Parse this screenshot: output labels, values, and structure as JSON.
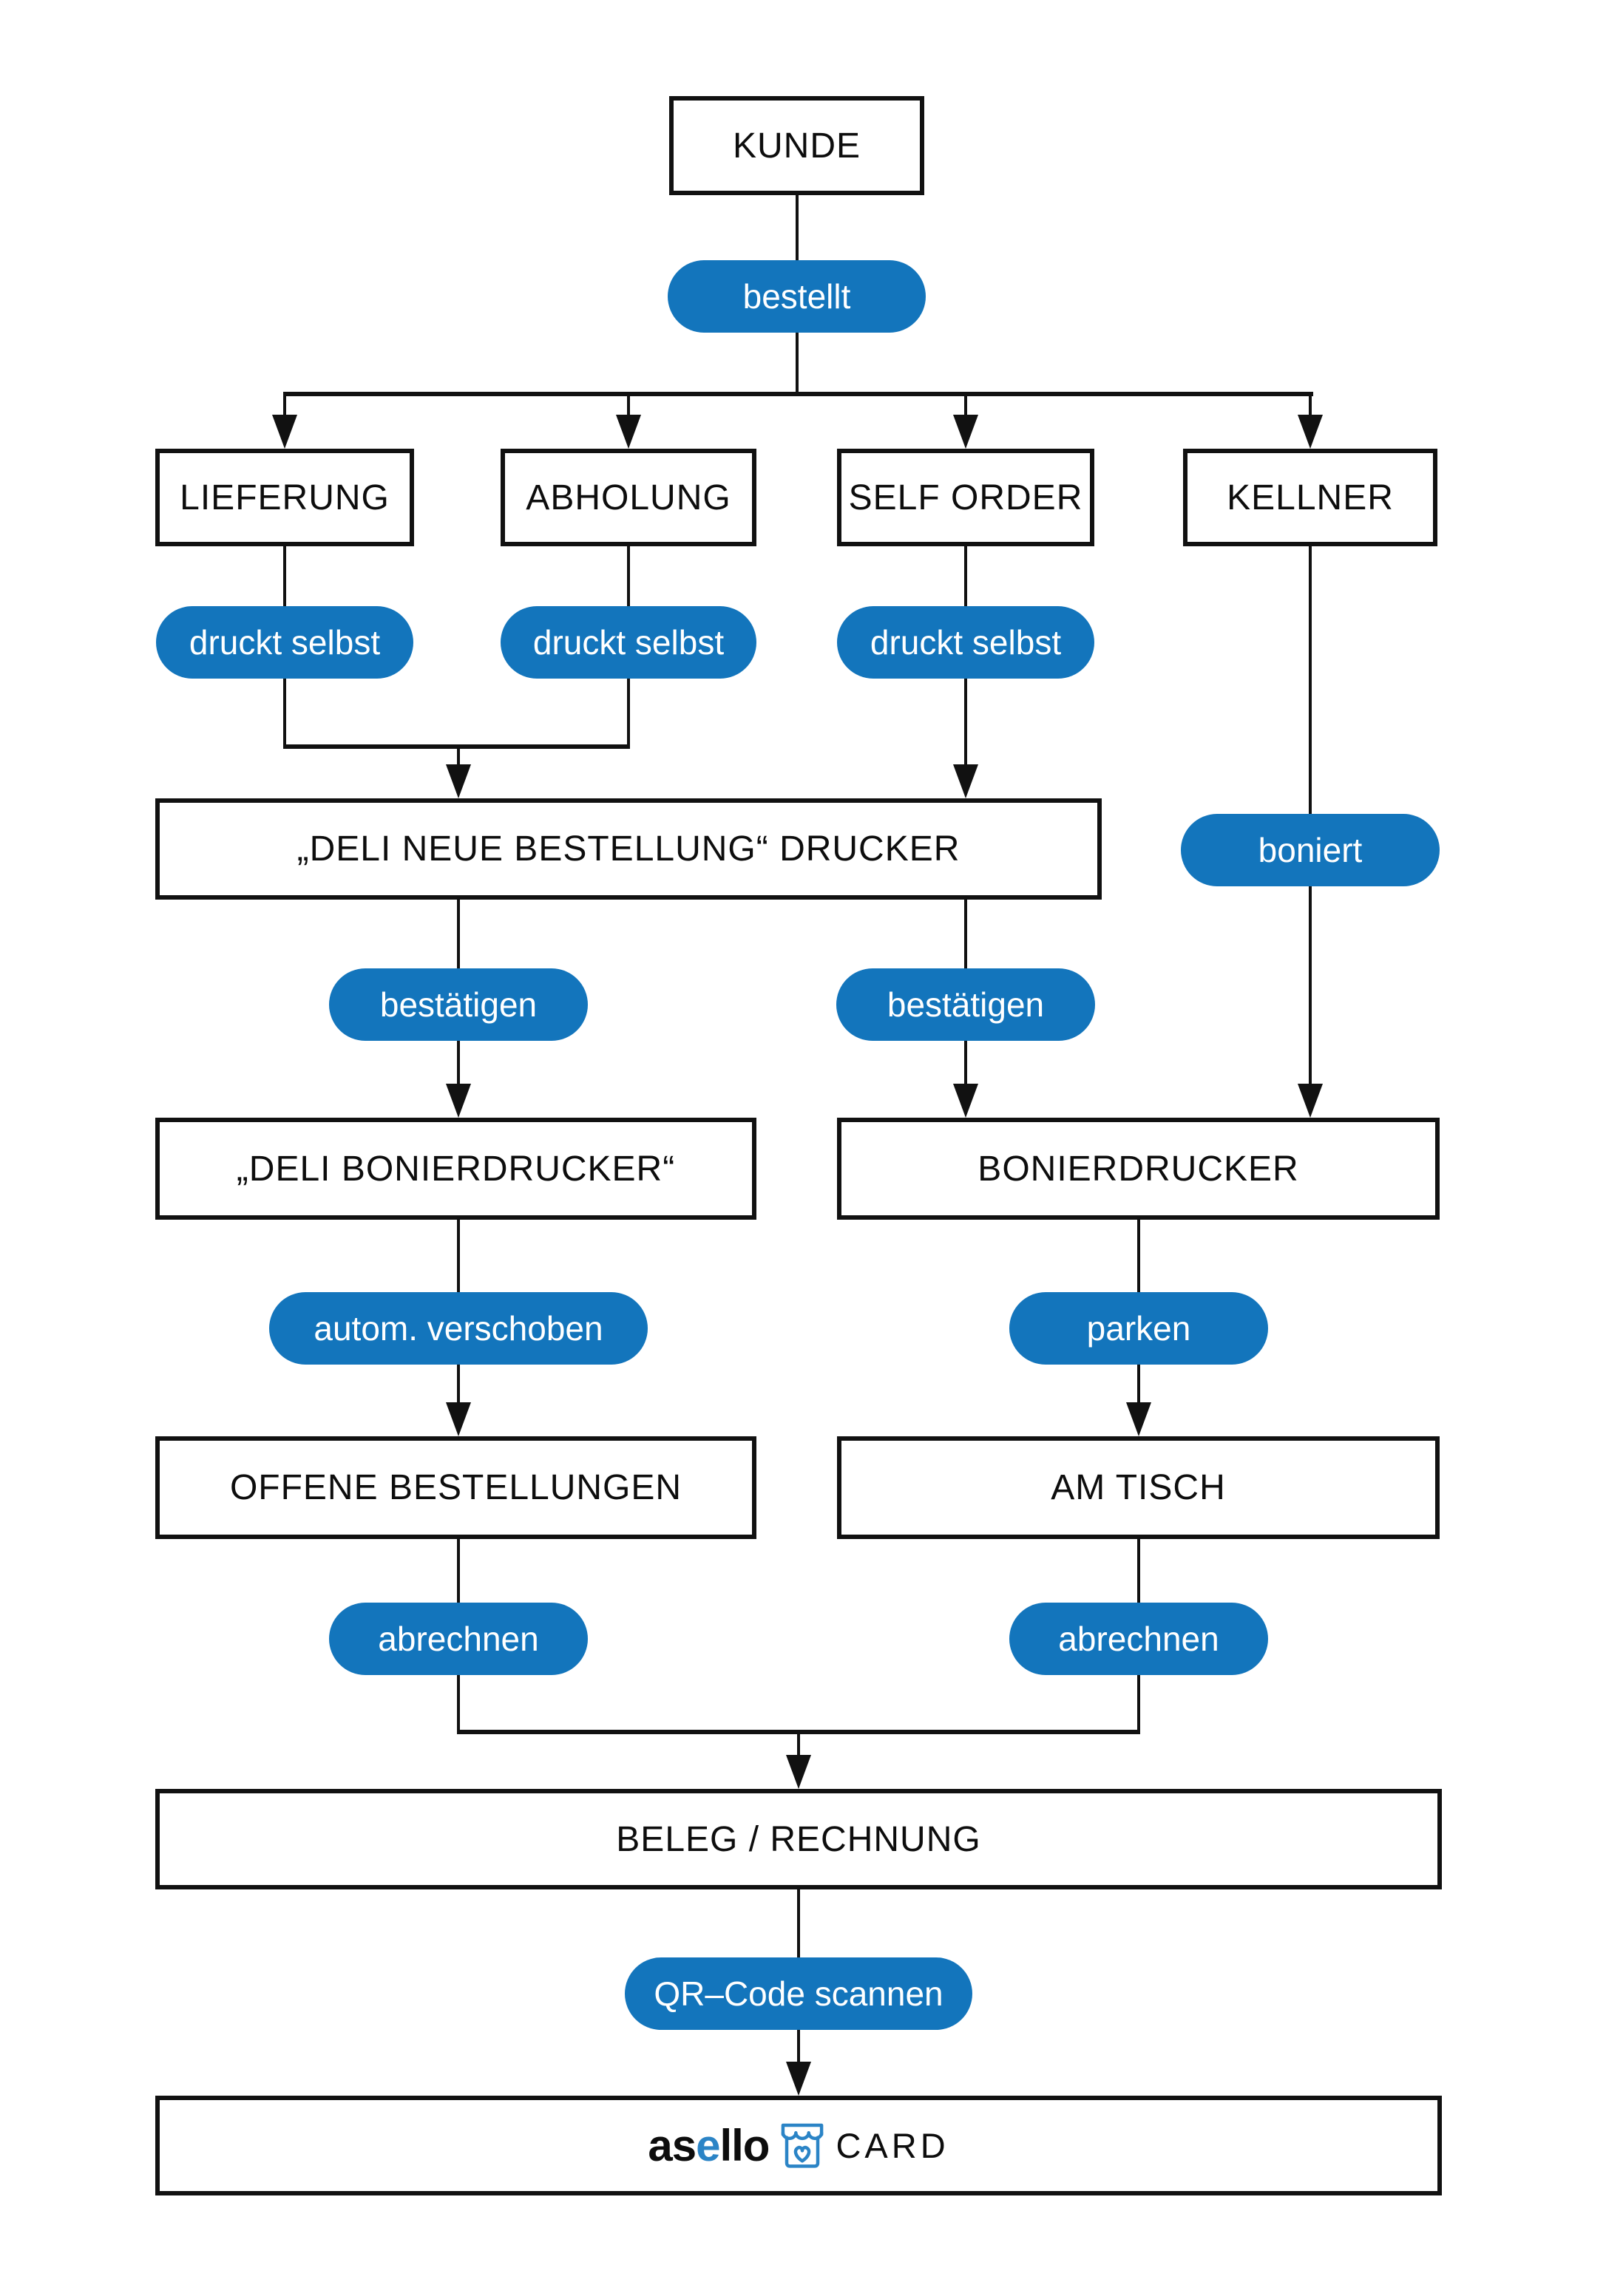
{
  "colors": {
    "pill_blue": "#1375bc",
    "logo_blue": "#2b84c6",
    "line_black": "#111111",
    "background": "#ffffff"
  },
  "nodes": {
    "kunde": "KUNDE",
    "lieferung": "LIEFERUNG",
    "abholung": "ABHOLUNG",
    "self_order": "SELF ORDER",
    "kellner": "KELLNER",
    "deli_neue_bestellung_drucker": "„DELI NEUE BESTELLUNG“ DRUCKER",
    "deli_bonierdrucker": "„DELI BONIERDRUCKER“",
    "bonierdrucker": "BONIERDRUCKER",
    "offene_bestellungen": "OFFENE BESTELLUNGEN",
    "am_tisch": "AM TISCH",
    "beleg_rechnung": "BELEG / RECHNUNG"
  },
  "labels": {
    "bestellt": "bestellt",
    "druckt_selbst": "druckt selbst",
    "boniert": "boniert",
    "bestaetigen": "bestätigen",
    "autom_verschoben": "autom. verschoben",
    "parken": "parken",
    "abrechnen": "abrechnen",
    "qr_code_scannen": "QR–Code scannen"
  },
  "logo": {
    "part_as": "as",
    "part_e": "e",
    "part_llo": "llo",
    "suffix": "CARD",
    "icon": "storefront-heart-icon"
  }
}
